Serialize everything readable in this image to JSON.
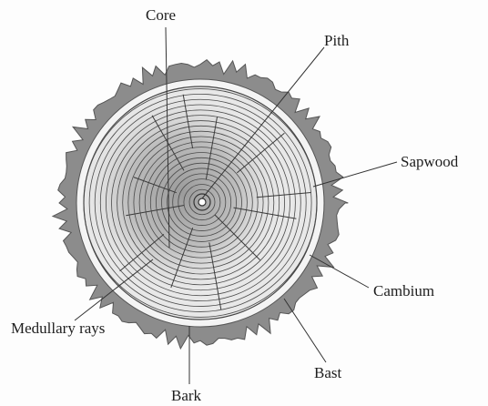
{
  "labels": {
    "core": "Core",
    "pith": "Pith",
    "sapwood": "Sapwood",
    "cambium": "Cambium",
    "medullary_rays": "Medullary rays",
    "bast": "Bast",
    "bark": "Bark"
  },
  "colors": {
    "bark": "#8c8c8c",
    "bark_edge": "#555555",
    "wood": "#e6e6e6",
    "core_shade": "#a8a8a8",
    "ring": "#4a4a4a",
    "leader": "#333333"
  }
}
